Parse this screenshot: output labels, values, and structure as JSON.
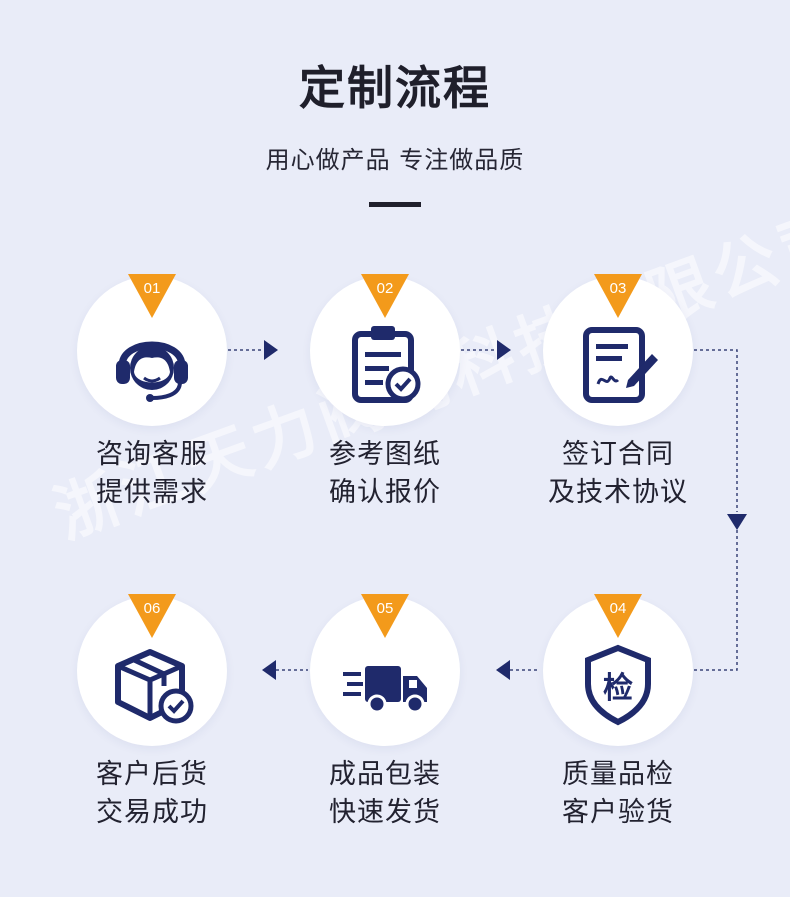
{
  "header": {
    "title": "定制流程",
    "subtitle": "用心做产品  专注做品质"
  },
  "watermark": "浙江天力阀门科技有限公司",
  "colors": {
    "background": "#e9ecf8",
    "icon": "#1f2a6b",
    "badge": "#f39a1b",
    "connector": "#1f2a6b"
  },
  "steps": [
    {
      "number": "01",
      "line1": "咨询客服",
      "line2": "提供需求",
      "icon": "headset-agent-icon"
    },
    {
      "number": "02",
      "line1": "参考图纸",
      "line2": "确认报价",
      "icon": "clipboard-check-icon"
    },
    {
      "number": "03",
      "line1": "签订合同",
      "line2": "及技术协议",
      "icon": "contract-sign-icon"
    },
    {
      "number": "04",
      "line1": "质量品检",
      "line2": "客户验货",
      "icon": "quality-shield-icon",
      "icon_text": "检"
    },
    {
      "number": "05",
      "line1": "成品包装",
      "line2": "快速发货",
      "icon": "delivery-truck-icon"
    },
    {
      "number": "06",
      "line1": "客户后货",
      "line2": "交易成功",
      "icon": "package-check-icon"
    }
  ]
}
